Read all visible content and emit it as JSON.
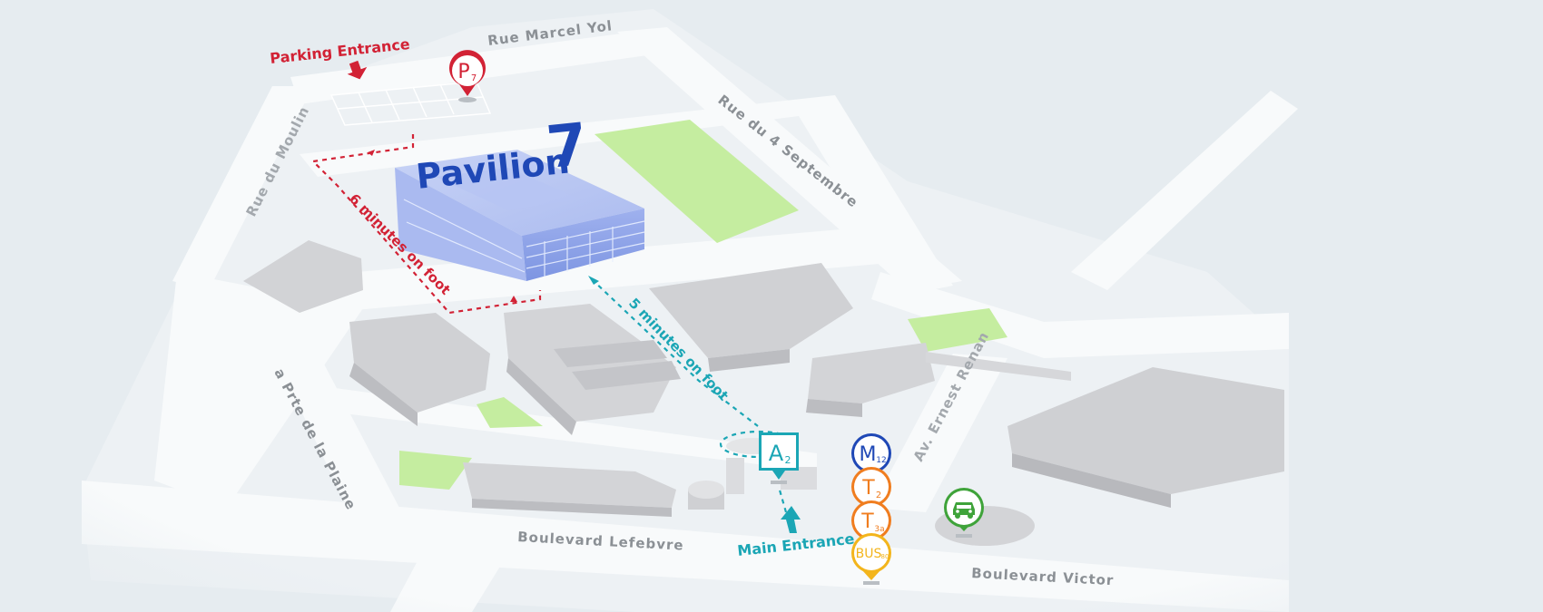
{
  "title": {
    "name": "Pavilion",
    "number": "7"
  },
  "streets": {
    "rue_marcel_yol": "Rue Marcel Yol",
    "rue_du_moulin": "Rue du Moulin",
    "rue_du_4_septembre": "Rue du 4 Septembre",
    "prte_de_la_plaine": "a Prte de la Plaine",
    "av_ernest_renan": "Av. Ernest Renan",
    "boulevard_lefebvre": "Boulevard Lefebvre",
    "boulevard_victor": "Boulevard Victor"
  },
  "routes": {
    "parking_entrance": "Parking Entrance",
    "main_entrance": "Main Entrance",
    "walk_from_parking": "6 minutes on foot",
    "walk_from_entrance": "5 minutes on foot"
  },
  "pins": {
    "parking": {
      "letter": "P",
      "sub": "7",
      "color": "#d22235"
    },
    "entrance": {
      "letter": "A",
      "sub": "2",
      "color": "#1ba6b5"
    },
    "metro": {
      "letter": "M",
      "sub": "12",
      "color": "#1f48b6"
    },
    "tram_2": {
      "letter": "T",
      "sub": "2",
      "color": "#f07d1f"
    },
    "tram_3a": {
      "letter": "T",
      "sub": "3a",
      "color": "#f07d1f"
    },
    "bus": {
      "letter": "BUS",
      "sub": "80",
      "color": "#f3b51c"
    },
    "taxi": {
      "icon": "taxi-icon",
      "color": "#3fa33a"
    }
  },
  "colors": {
    "background": "#e6ecf0",
    "road": "#f8fafb",
    "building": "#c9cace",
    "green_area": "#c5eda0",
    "pavilion": "#7f98e6",
    "parking_route": "#d22235",
    "entrance_route": "#1ba6b5"
  }
}
